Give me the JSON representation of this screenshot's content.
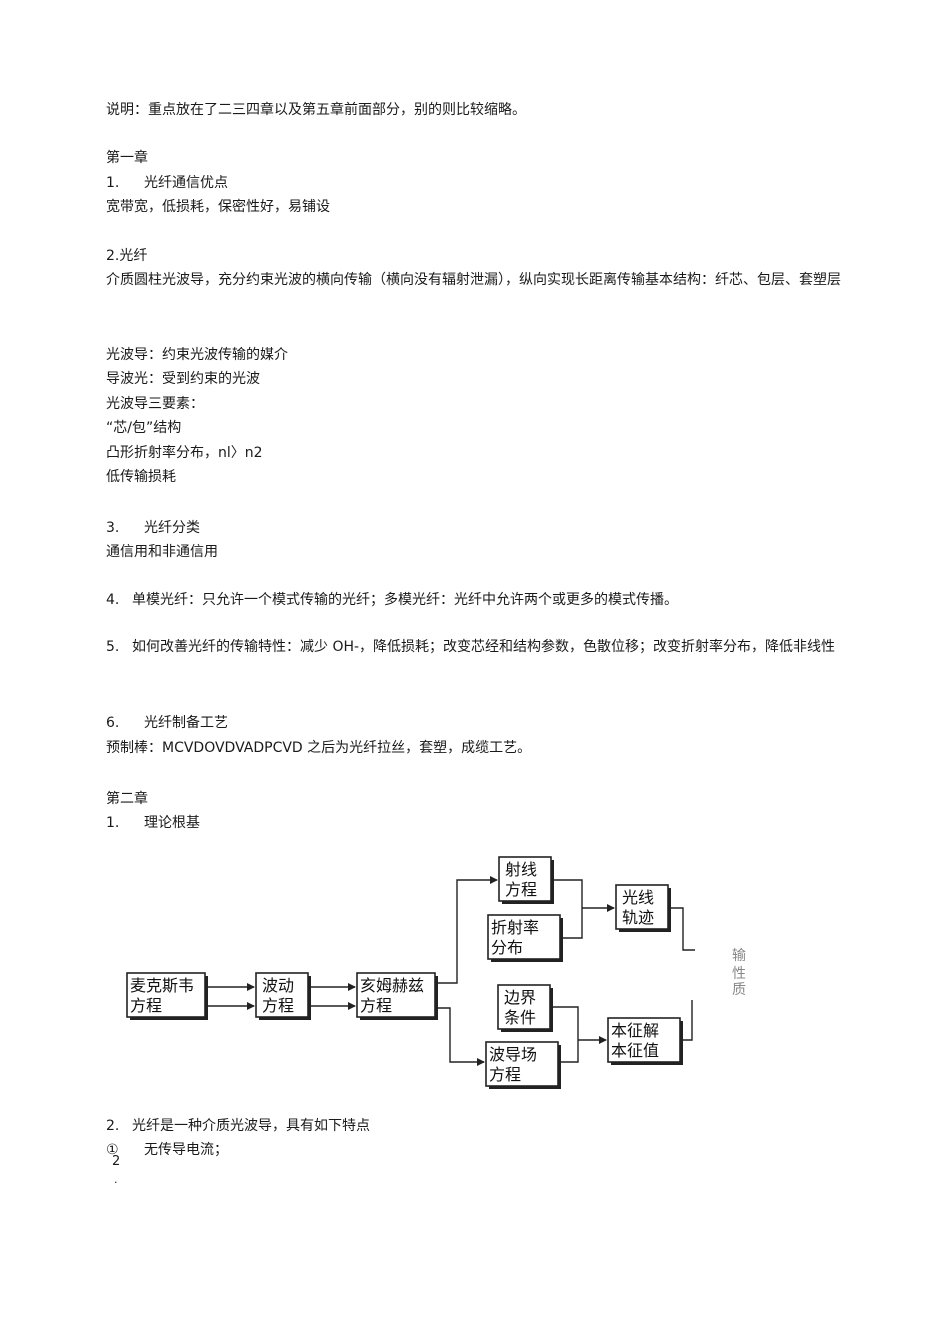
{
  "intro": "说明：重点放在了二三四章以及第五章前面部分，别的则比较缩略。",
  "ch1": {
    "title": "第一章",
    "s1_num": "1.",
    "s1_title": "光纤通信优点",
    "s1_body": "宽带宽，低损耗，保密性好，易铺设",
    "s2_title": "2.光纤",
    "s2_body": "介质圆柱光波导，充分约束光波的横向传输（横向没有辐射泄漏），纵向实现长距离传输基本结构：纤芯、包层、套塑层",
    "def1": "光波导：约束光波传输的媒介",
    "def2": "导波光：受到约束的光波",
    "def3": "光波导三要素：",
    "def4": "“芯/包”结构",
    "def5": "凸形折射率分布，nl〉n2",
    "def6": "低传输损耗",
    "s3_num": "3.",
    "s3_title": "光纤分类",
    "s3_body": "通信用和非通信用",
    "s4_num": "4.",
    "s4_body": "单模光纤：只允许一个模式传输的光纤；多模光纤：光纤中允许两个或更多的模式传播。",
    "s5_num": "5.",
    "s5_body": "如何改善光纤的传输特性：减少 OH-，降低损耗；改变芯经和结构参数，色散位移；改变折射率分布，降低非线性",
    "s6_num": "6.",
    "s6_title": "光纤制备工艺",
    "s6_body": "预制棒：MCVDOVDVADPCVD 之后为光纤拉丝，套塑，成缆工艺。"
  },
  "ch2": {
    "title": "第二章",
    "s1_num": "1.",
    "s1_title": "理论根基",
    "s2_num": "2.",
    "s2_body": "光纤是一种介质光波导，具有如下特点",
    "item1_num": "①",
    "item1_body": "无传导电流；",
    "page_mark": "2",
    "page_dot": "."
  },
  "diagram": {
    "maxwell_1": "麦克斯韦",
    "maxwell_2": "方程",
    "wave_1": "波动",
    "wave_2": "方程",
    "helm_1": "亥姆赫兹",
    "helm_2": "方程",
    "ray_1": "射线",
    "ray_2": "方程",
    "index_1": "折射率",
    "index_2": "分布",
    "track_1": "光线",
    "track_2": "轨迹",
    "boundary_1": "边界",
    "boundary_2": "条件",
    "guided_1": "波导场",
    "guided_2": "方程",
    "eigen_1": "本征解",
    "eigen_2": "本征值",
    "side_1": "输",
    "side_2": "性",
    "side_3": "质"
  }
}
